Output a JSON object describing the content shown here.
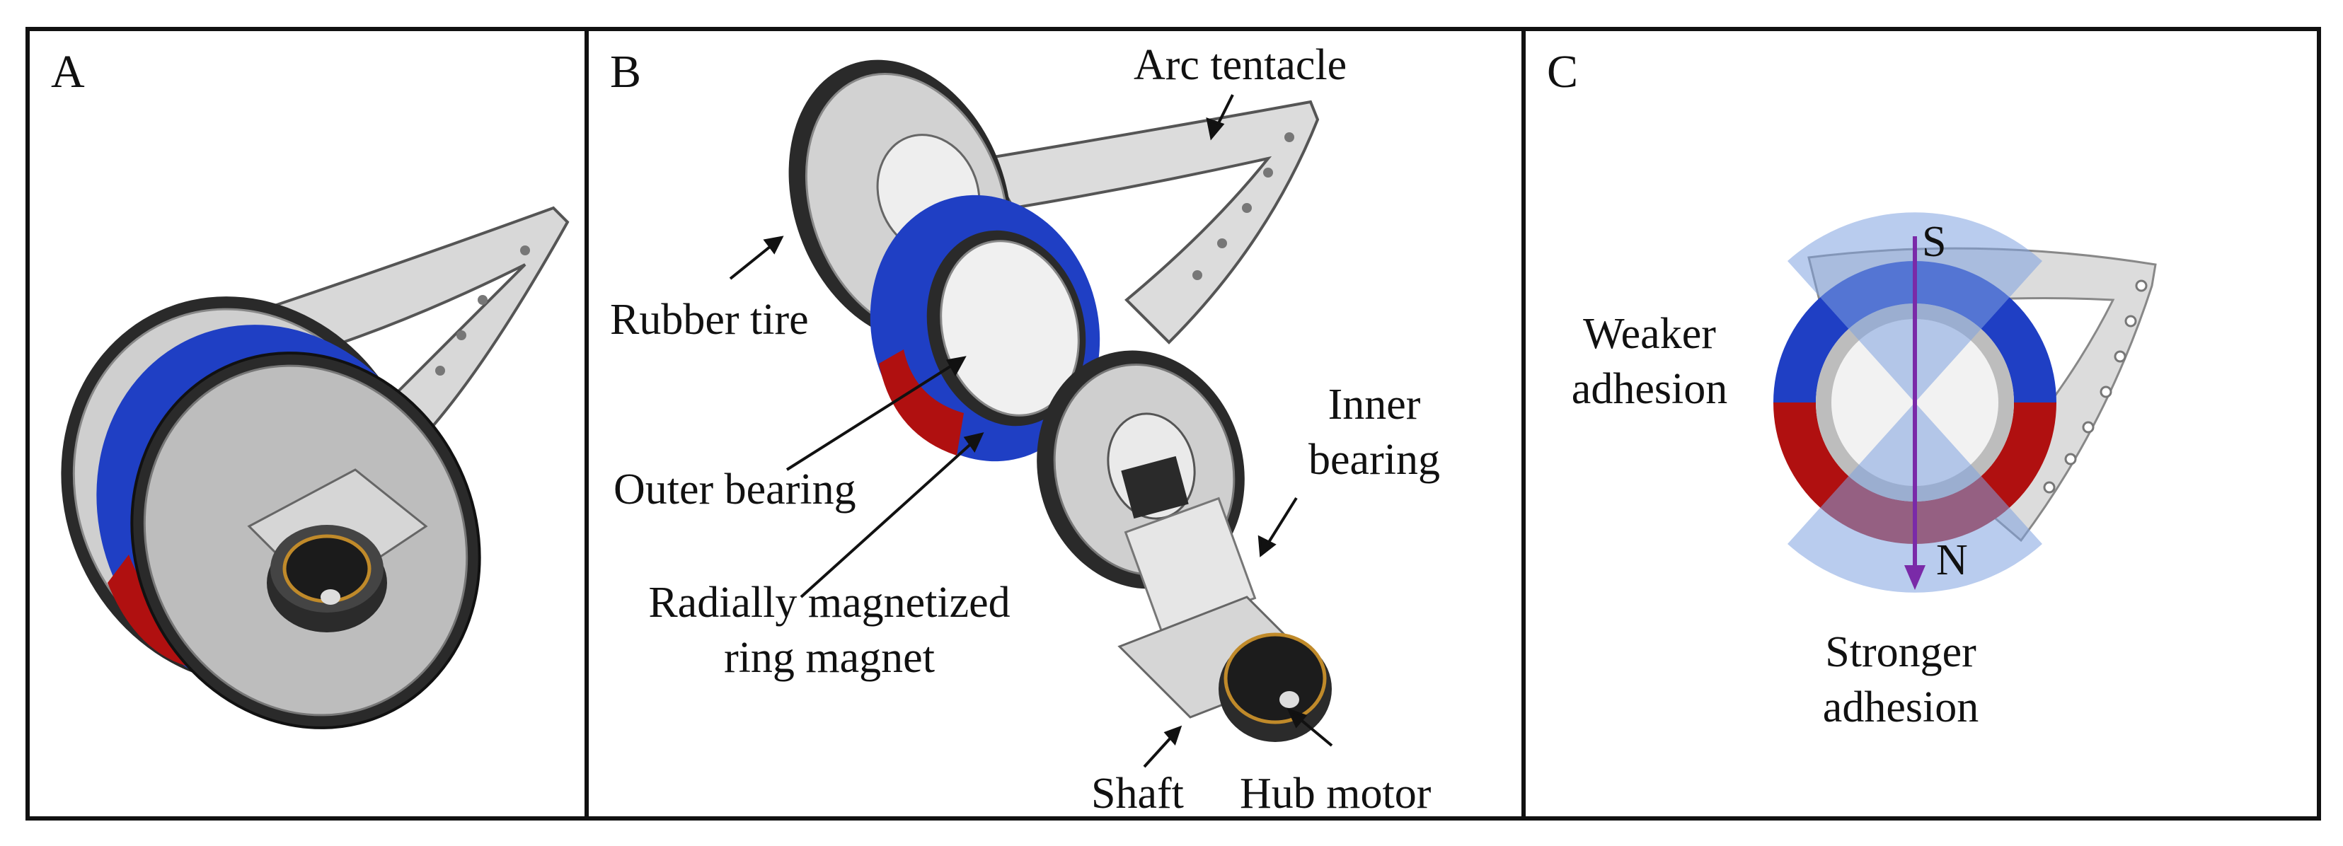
{
  "panels": {
    "a": {
      "letter": "A"
    },
    "b": {
      "letter": "B",
      "labels": {
        "arc_tentacle": "Arc tentacle",
        "rubber_tire": "Rubber tire",
        "outer_bearing": "Outer bearing",
        "ring_magnet_line1": "Radially magnetized",
        "ring_magnet_line2": "ring magnet",
        "inner_bearing_line1": "Inner",
        "inner_bearing_line2": "bearing",
        "shaft": "Shaft",
        "hub_motor": "Hub motor"
      }
    },
    "c": {
      "letter": "C",
      "labels": {
        "pole_s": "S",
        "pole_n": "N",
        "weaker_line1": "Weaker",
        "weaker_line2": "adhesion",
        "stronger_line1": "Stronger",
        "stronger_line2": "adhesion"
      }
    }
  },
  "colors": {
    "magnet_blue": "#1f3fc4",
    "magnet_red": "#b01010",
    "tire": "#2a2a2a",
    "metal": "#c9c9c9",
    "sector": "#7fa3e0",
    "field_arrow": "#7a2aa8"
  }
}
